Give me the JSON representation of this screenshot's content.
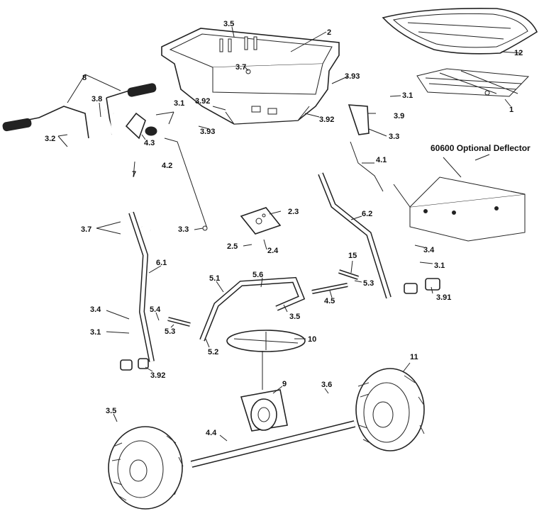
{
  "optional_deflector_title": "60600 Optional Deflector",
  "callouts": {
    "c1": "1",
    "c2": "2",
    "c3_1a": "3.1",
    "c3_1b": "3.1",
    "c3_1c": "3.1",
    "c3_1d": "3.1",
    "c3_2": "3.2",
    "c3_3a": "3.3",
    "c3_3b": "3.3",
    "c3_4a": "3.4",
    "c3_4b": "3.4",
    "c3_5a": "3.5",
    "c3_5b": "3.5",
    "c3_5c": "3.5",
    "c3_6": "3.6",
    "c3_7a": "3.7",
    "c3_7b": "3.7",
    "c3_8": "3.8",
    "c3_9": "3.9",
    "c3_91": "3.91",
    "c3_92a": "3.92",
    "c3_92b": "3.92",
    "c3_92c": "3.92",
    "c3_93a": "3.93",
    "c3_93b": "3.93",
    "c4_1": "4.1",
    "c4_2": "4.2",
    "c4_3": "4.3",
    "c4_4": "4.4",
    "c4_5": "4.5",
    "c5_1": "5.1",
    "c5_2": "5.2",
    "c5_3a": "5.3",
    "c5_3b": "5.3",
    "c5_4": "5.4",
    "c5_6": "5.6",
    "c6_1": "6.1",
    "c6_2": "6.2",
    "c7": "7",
    "c8": "8",
    "c9": "9",
    "c10": "10",
    "c11": "11",
    "c12": "12",
    "c15": "15",
    "c2_3": "2.3",
    "c2_4": "2.4",
    "c2_5": "2.5"
  }
}
